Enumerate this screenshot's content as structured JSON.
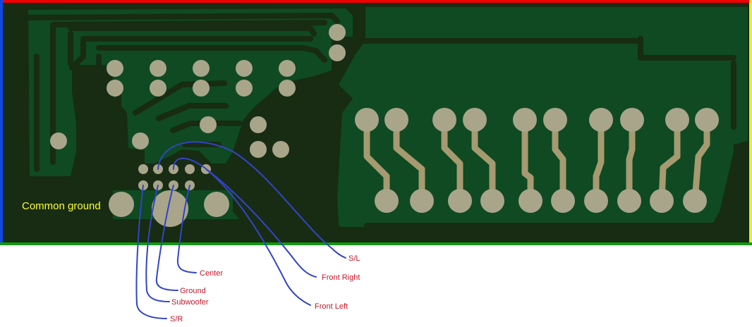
{
  "board": {
    "common_ground_label": "Common ground",
    "colors": {
      "board_dark": "#172c12",
      "copper_green": "#0f4a22",
      "trace_gold": "#a59a70",
      "pad": "#a9a58a",
      "wire": "#3344c6",
      "label_text": "#c2182a",
      "ground_text": "#ffff2a",
      "border_top": "#ee0000",
      "border_left": "#1048e0",
      "border_right": "#eeee22",
      "border_bottom": "#119911"
    }
  },
  "pin_labels": {
    "s_l": "S/L",
    "front_right": "Front Right",
    "center": "Center",
    "front_left": "Front Left",
    "ground": "Ground",
    "subwoofer": "Subwoofer",
    "s_r": "S/R"
  }
}
